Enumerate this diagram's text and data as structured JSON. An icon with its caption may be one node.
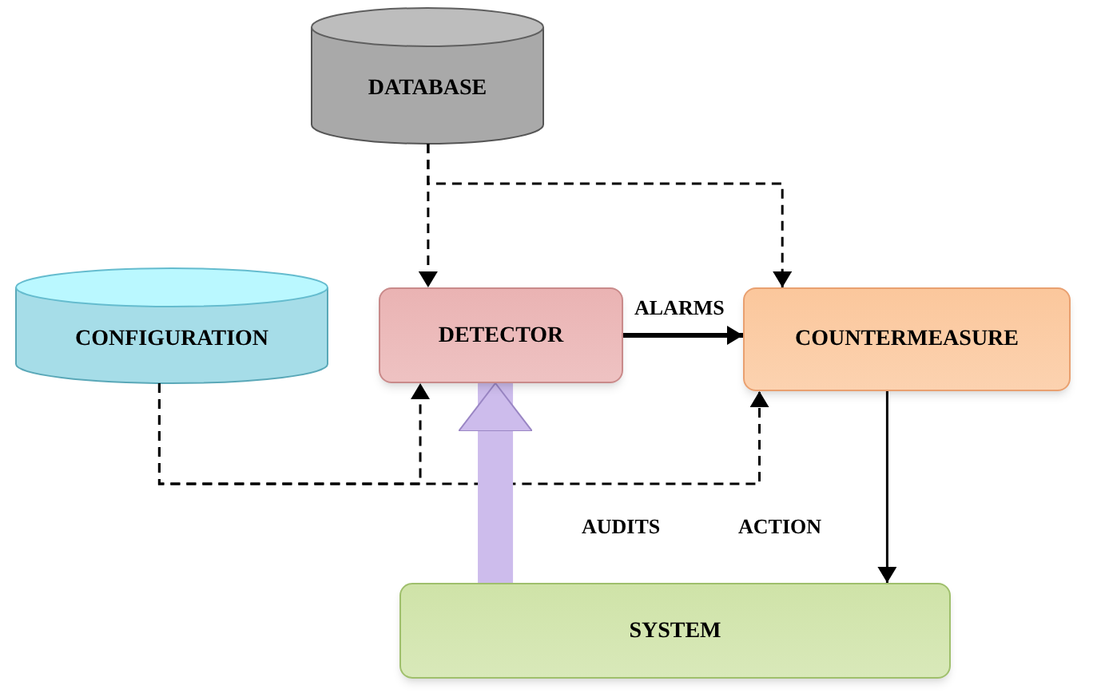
{
  "diagram": {
    "nodes": [
      {
        "text": [
          "DATABASE"
        ]
      },
      {
        "text": [
          "CONFIGURATION"
        ]
      },
      {
        "text": [
          "DETECTOR"
        ]
      },
      {
        "text": [
          "COUNTERMEASURE"
        ]
      },
      {
        "text": [
          "SYSTEM"
        ]
      }
    ],
    "edges": [
      {
        "from": 0,
        "to": 2,
        "arrow": "to",
        "style": "dashed"
      },
      {
        "from": 0,
        "to": 3,
        "arrow": "to",
        "style": "dashed"
      },
      {
        "from": 1,
        "to": 2,
        "arrow": "to",
        "style": "dashed"
      },
      {
        "from": 1,
        "to": 3,
        "arrow": "to",
        "style": "dashed"
      },
      {
        "from": 2,
        "to": 3,
        "arrow": "to",
        "label": "ALARMS",
        "style": "thick"
      },
      {
        "from": 4,
        "to": 2,
        "arrow": "to",
        "label": "AUDITS",
        "style": "thick",
        "color": "#cdbcec"
      },
      {
        "from": 3,
        "to": 4,
        "arrow": "to",
        "label": "ACTION"
      }
    ]
  }
}
